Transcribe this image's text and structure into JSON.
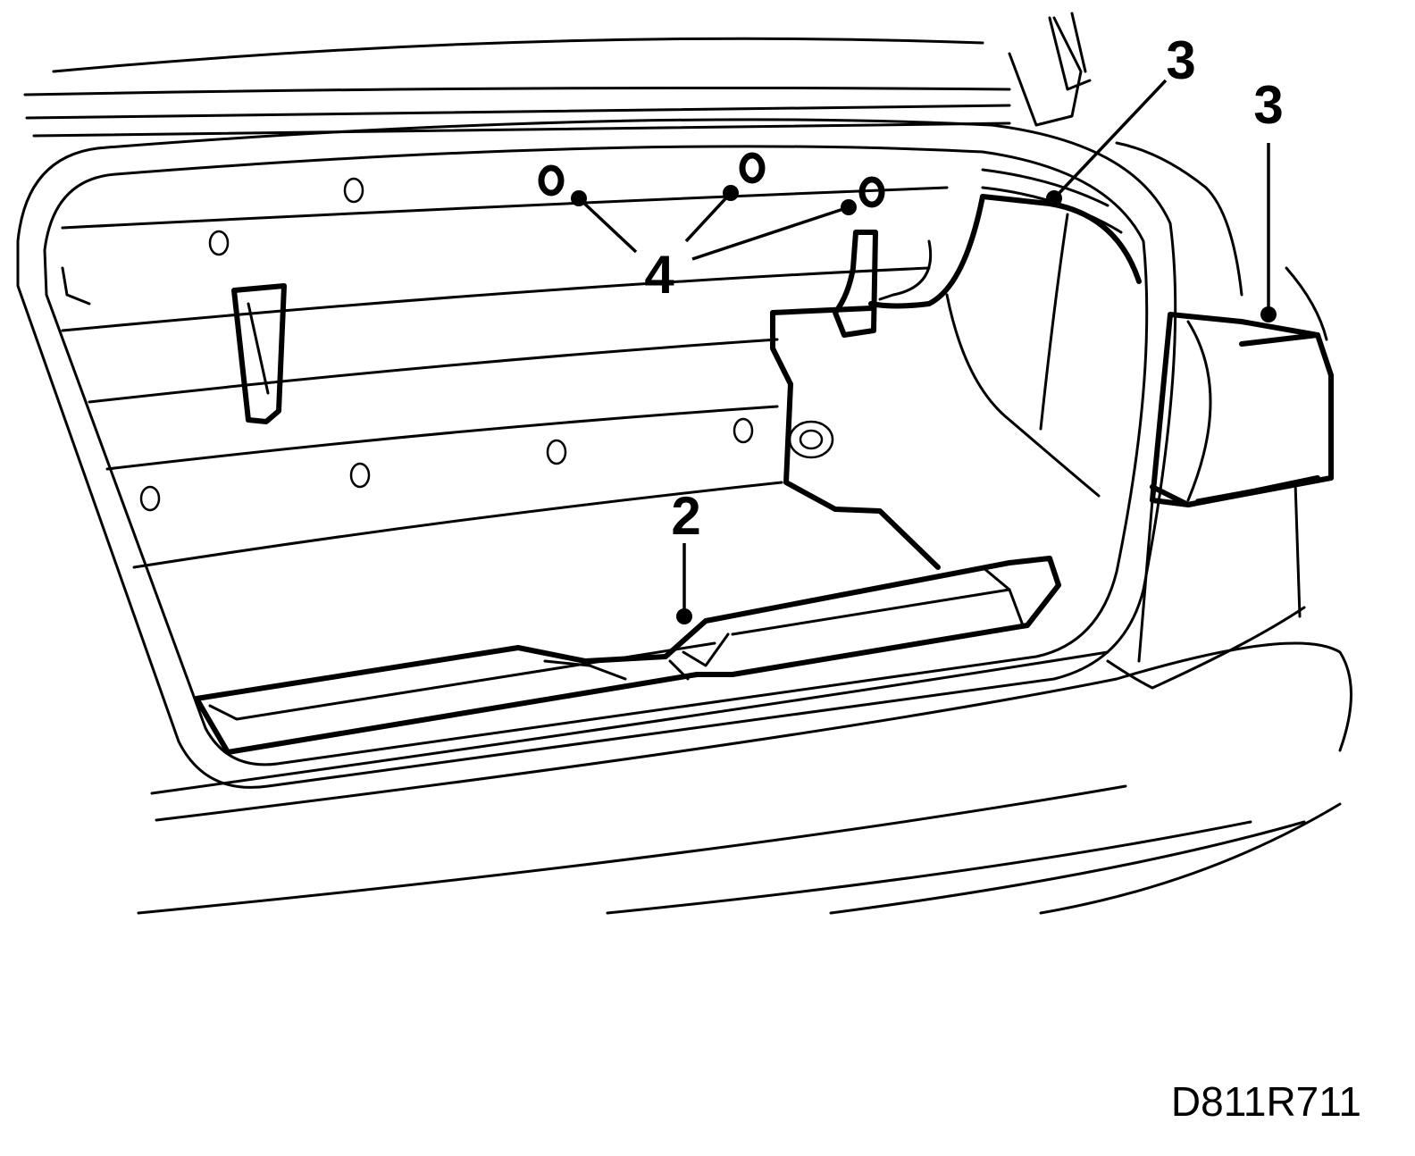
{
  "callouts": {
    "c2": "2",
    "c3_seal": "3",
    "c3_light": "3",
    "c4": "4"
  },
  "drawing_code": "D811R711"
}
